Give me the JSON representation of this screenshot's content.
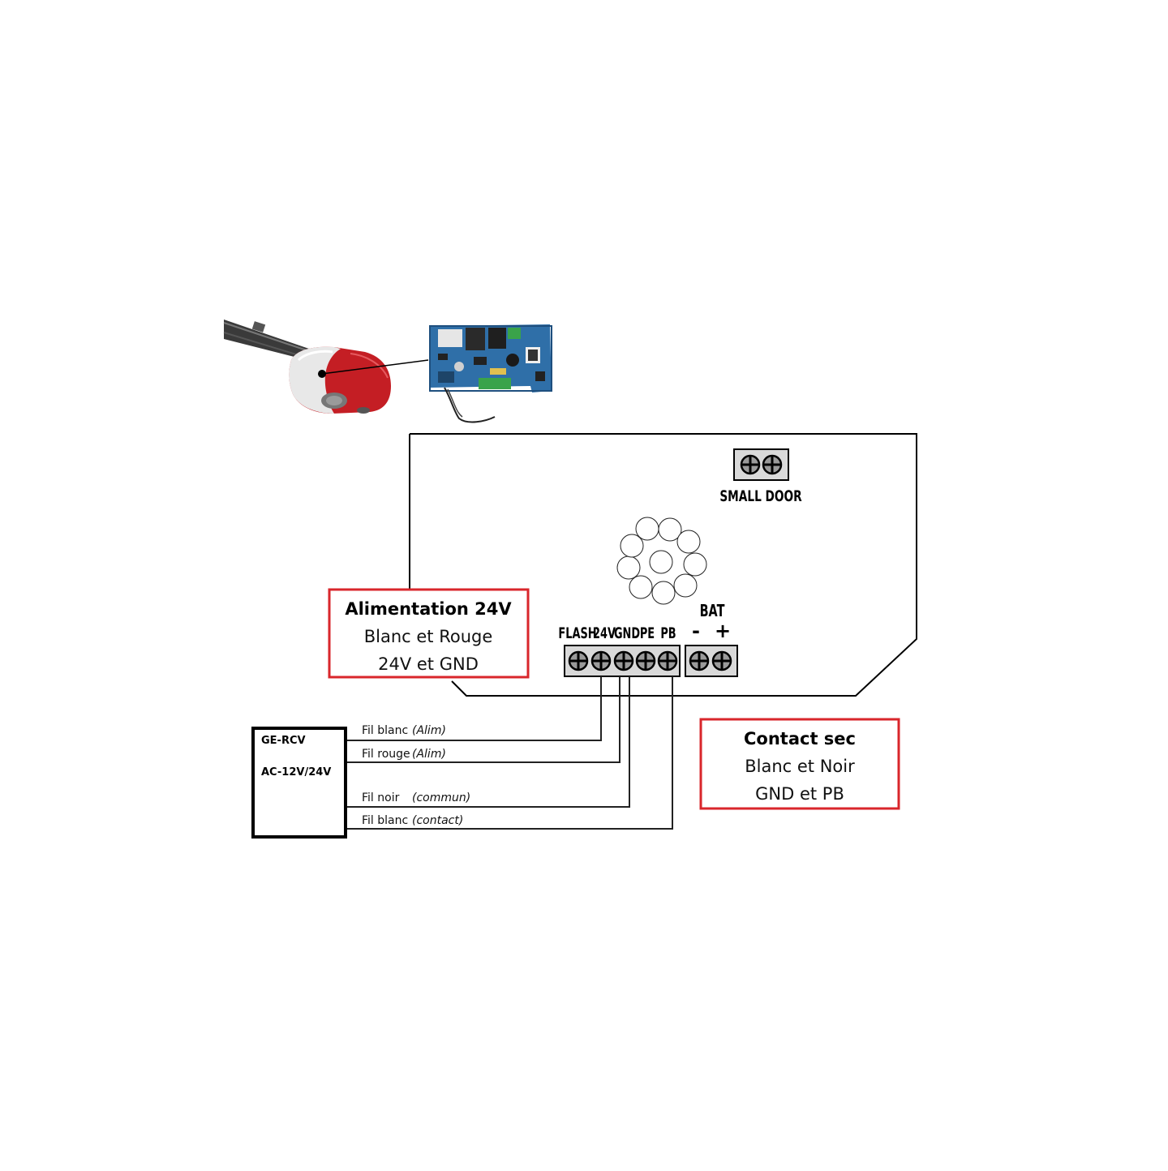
{
  "board": {
    "small_door_label": "SMALL DOOR",
    "bat_label": "BAT",
    "bat_minus": "-",
    "bat_plus": "+",
    "terminals": [
      "FLASH",
      "24V",
      "GND",
      "PE",
      "PB"
    ]
  },
  "callouts": {
    "power": {
      "title": "Alimentation 24V",
      "line1": "Blanc et Rouge",
      "line2": "24V et GND"
    },
    "contact": {
      "title": "Contact sec",
      "line1": "Blanc et Noir",
      "line2": "GND et PB"
    }
  },
  "receiver": {
    "model": "GE-RCV",
    "voltage": "AC-12V/24V"
  },
  "wires": [
    {
      "label": "Fil blanc",
      "note": "(Alim)"
    },
    {
      "label": "Fil rouge",
      "note": "(Alim)"
    },
    {
      "label": "Fil noir",
      "note": "(commun)"
    },
    {
      "label": "Fil blanc",
      "note": "(contact)"
    }
  ],
  "colors": {
    "callout_border": "#d9262b",
    "opener_red": "#c41e24",
    "pcb_blue": "#2f6fa8"
  }
}
